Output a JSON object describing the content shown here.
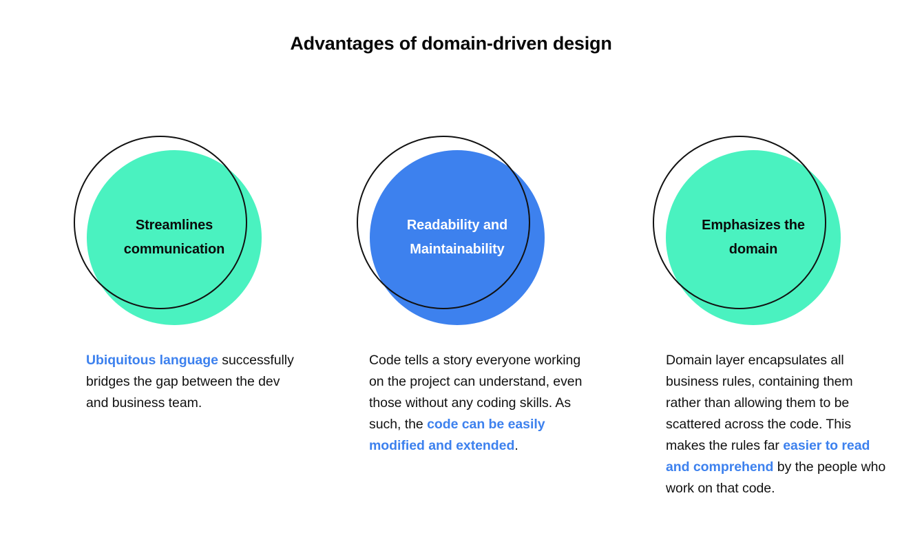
{
  "header": {
    "title": "Advantages of domain-driven design"
  },
  "theme": {
    "mint": "#4AF2C0",
    "blue": "#3D81EE",
    "accent_text": "#3D81EE",
    "outline": "#111111",
    "body_text": "#111111",
    "background": "#FFFFFF"
  },
  "columns": [
    {
      "circle": {
        "label": "Streamlines\ncommunication",
        "fill_color": "#4AF2C0",
        "label_color": "#0B0B0B",
        "outline_color": "#111111"
      },
      "paragraph": {
        "segments": [
          {
            "text": "Ubiquitous language",
            "style": "accent"
          },
          {
            "text": " successfully bridges the gap between the dev and business team.",
            "style": "normal"
          }
        ]
      }
    },
    {
      "circle": {
        "label": "Readability and\nMaintainability",
        "fill_color": "#3D81EE",
        "label_color": "#FFFFFF",
        "outline_color": "#111111"
      },
      "paragraph": {
        "segments": [
          {
            "text": "Code tells a story everyone working on the project can understand, even those without any coding skills. As such, the ",
            "style": "normal"
          },
          {
            "text": "code can be easily modified and extended",
            "style": "accent"
          },
          {
            "text": ".",
            "style": "normal"
          }
        ]
      }
    },
    {
      "circle": {
        "label": "Emphasizes the\ndomain",
        "fill_color": "#4AF2C0",
        "label_color": "#0B0B0B",
        "outline_color": "#111111"
      },
      "paragraph": {
        "segments": [
          {
            "text": "Domain layer encapsulates all business rules, containing them rather than allowing them to be scattered across the code. This makes the rules far ",
            "style": "normal"
          },
          {
            "text": "easier to read and comprehend",
            "style": "accent"
          },
          {
            "text": " by the people who work on that code.",
            "style": "normal"
          }
        ]
      }
    }
  ]
}
